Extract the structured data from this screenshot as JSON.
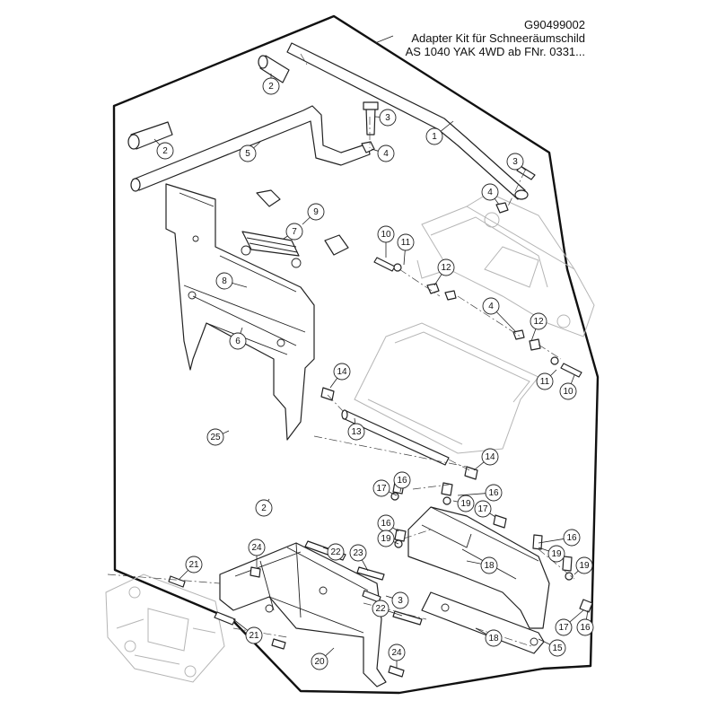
{
  "header": {
    "drawing_number": "G90499002",
    "title_line_1": "Adapter Kit für Schneeräumschild",
    "title_line_2": "AS 1040 YAK 4WD ab FNr. 0331..."
  },
  "callouts": [
    {
      "label": "1"
    },
    {
      "label": "2"
    },
    {
      "label": "2"
    },
    {
      "label": "2"
    },
    {
      "label": "3"
    },
    {
      "label": "4"
    },
    {
      "label": "5"
    },
    {
      "label": "3"
    },
    {
      "label": "4"
    },
    {
      "label": "9"
    },
    {
      "label": "7"
    },
    {
      "label": "10"
    },
    {
      "label": "11"
    },
    {
      "label": "12"
    },
    {
      "label": "8"
    },
    {
      "label": "4"
    },
    {
      "label": "12"
    },
    {
      "label": "6"
    },
    {
      "label": "14"
    },
    {
      "label": "11"
    },
    {
      "label": "10"
    },
    {
      "label": "13"
    },
    {
      "label": "25"
    },
    {
      "label": "14"
    },
    {
      "label": "17"
    },
    {
      "label": "16"
    },
    {
      "label": "16"
    },
    {
      "label": "19"
    },
    {
      "label": "17"
    },
    {
      "label": "16"
    },
    {
      "label": "19"
    },
    {
      "label": "22"
    },
    {
      "label": "23"
    },
    {
      "label": "24"
    },
    {
      "label": "21"
    },
    {
      "label": "18"
    },
    {
      "label": "19"
    },
    {
      "label": "16"
    },
    {
      "label": "19"
    },
    {
      "label": "3"
    },
    {
      "label": "22"
    },
    {
      "label": "17"
    },
    {
      "label": "16"
    },
    {
      "label": "21"
    },
    {
      "label": "18"
    },
    {
      "label": "15"
    },
    {
      "label": "20"
    },
    {
      "label": "24"
    }
  ]
}
